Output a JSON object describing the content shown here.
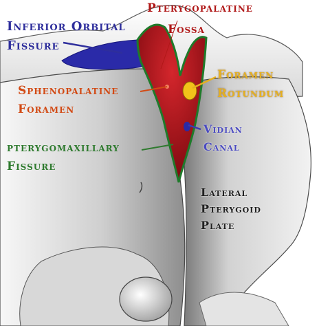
{
  "labels": {
    "pterygopalatine_fossa": [
      "Pterygopalatine",
      "Fossa"
    ],
    "inferior_orbital_fissure": [
      "Inferior Orbital",
      "Fissure"
    ],
    "sphenopalatine_foramen": [
      "Sphenopalatine",
      "Foramen"
    ],
    "foramen_rotundum": [
      "Foramen",
      "Rotundum"
    ],
    "vidian_canal": [
      "Vidian",
      "Canal"
    ],
    "pterygomaxillary_fissure": [
      "pterygomaxillary",
      "Fissure"
    ],
    "lateral_pterygoid_plate": [
      "Lateral",
      "Pterygoid",
      "Plate"
    ]
  },
  "colors": {
    "fossa": "#b3131b",
    "fissure": "#2a2aa8",
    "foramen_rotundum": "#f2c21a",
    "pterygomaxillary_outline": "#1f7a2a",
    "bone": "#cfcfcf"
  }
}
